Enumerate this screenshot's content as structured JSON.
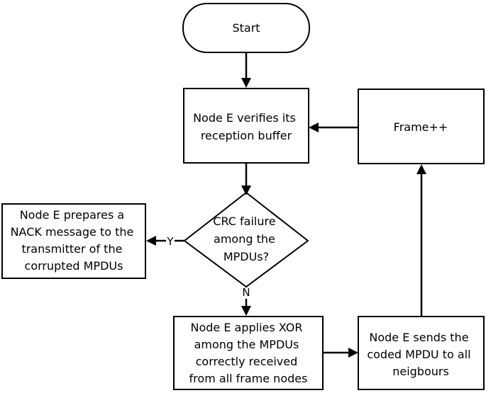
{
  "nodes": {
    "start": {
      "lines": [
        "Start"
      ]
    },
    "verify": {
      "lines": [
        "Node E verifies its",
        "reception buffer"
      ]
    },
    "frame": {
      "lines": [
        "Frame++"
      ]
    },
    "decision": {
      "lines": [
        "CRC failure",
        "among the",
        "MPDUs?"
      ]
    },
    "nack": {
      "lines": [
        "Node E prepares a",
        "NACK message to the",
        "transmitter of the",
        "corrupted MPDUs"
      ]
    },
    "xor": {
      "lines": [
        "Node E applies XOR",
        "among the MPDUs",
        "correctly received",
        "from all frame nodes"
      ]
    },
    "send": {
      "lines": [
        "Node E sends the",
        "coded MPDU to all",
        "neigbours"
      ]
    }
  },
  "edges": {
    "yes_label": "Y",
    "no_label": "N"
  }
}
